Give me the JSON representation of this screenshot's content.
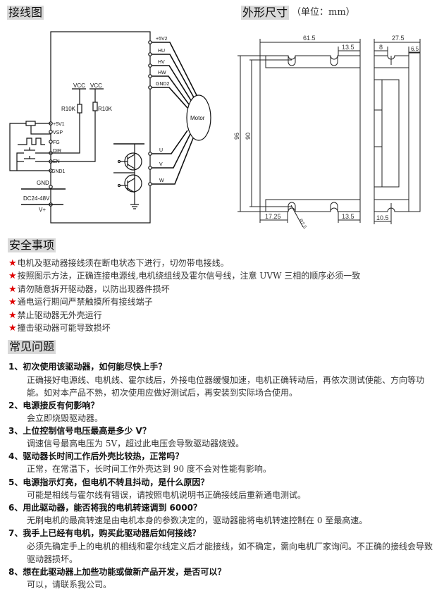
{
  "wiring": {
    "title": "接线图",
    "right_pins": [
      "+5V2",
      "HU",
      "HV",
      "HW",
      "GND2"
    ],
    "phase_pins": [
      "U",
      "V",
      "W"
    ],
    "motor_label": "Motor",
    "left_pins": [
      "+5V1",
      "VSP",
      "FG",
      "DIR",
      "EN",
      "GND1"
    ],
    "vcc": "VCC",
    "resistor": "R10K",
    "gnd": "GND",
    "supply": "DC24-48V",
    "vplus": "V+"
  },
  "dimensions": {
    "title": "外形尺寸",
    "unit": "（单位：mm）",
    "width": "61.5",
    "slot_offset_top": "13.5",
    "height_outer": "96",
    "height_inner": "90",
    "bottom_left": "17.25",
    "slot_offset_bottom": "13.5",
    "radius": "R2.5",
    "depth": "27.5",
    "side_slot": "8",
    "side_flange": "6.5",
    "side_bottom": "10.5"
  },
  "safety": {
    "title": "安全事项",
    "items": [
      "电机及驱动器接线须在断电状态下进行，切勿带电接线。",
      "按照图示方法，正确连接电源线,电机绕组线及霍尔信号线，注意 UVW 三相的顺序必须一致",
      "请勿随意拆开驱动器，以防出现器件损坏",
      "通电运行期间严禁触摸所有接线端子",
      "禁止驱动器无外壳运行",
      "撞击驱动器可能导致损坏"
    ]
  },
  "faq": {
    "title": "常见问题",
    "items": [
      {
        "q": "1、初次使用该驱动器，如何能尽快上手？",
        "a": "正确接好电源线、电机线、霍尔线后，外接电位器缓慢加速，电机正确转动后，再依次测试使能、方向等功能。如对本产品不熟，初次使用应做好测试后，再安装到实际场合使用。"
      },
      {
        "q": "2、电源接反有何影响？",
        "a": "会立即烧毁驱动器。"
      },
      {
        "q": "3、上位控制信号电压最高是多少 V？",
        "a": "调速信号最高电压为 5V，超过此电压会导致驱动器烧毁。"
      },
      {
        "q": "4、驱动器长时间工作后外壳比较热，正常吗？",
        "a": "正常，在常温下，长时间工作外壳达到 90 度不会对性能有影响。"
      },
      {
        "q": "5、电源指示灯亮，但电机不转且抖动，是什么原因？",
        "a": "可能是相线与霍尔线有错误，请按照电机说明书正确接线后重新通电测试。"
      },
      {
        "q": "6、用此驱动器，能否将我的电机转速调到 6000？",
        "a": "无刷电机的最高转速是由电机本身的参数决定的，驱动器能将电机转速控制在 0 至最高速。"
      },
      {
        "q": "7、我手上已经有电机，购买此驱动器后如何接线？",
        "a": "必须先确定手上的电机的相线和霍尔线定义后才能接线，如不确定，需向电机厂家询问。不正确的接线会导致驱动器损坏。"
      },
      {
        "q": "8、想在此驱动器上加些功能或做新产品开发，是否可以？",
        "a": "可以，请联系我公司。"
      }
    ]
  },
  "colors": {
    "star": "#e00000",
    "header_bg": "#d9d9d9"
  }
}
